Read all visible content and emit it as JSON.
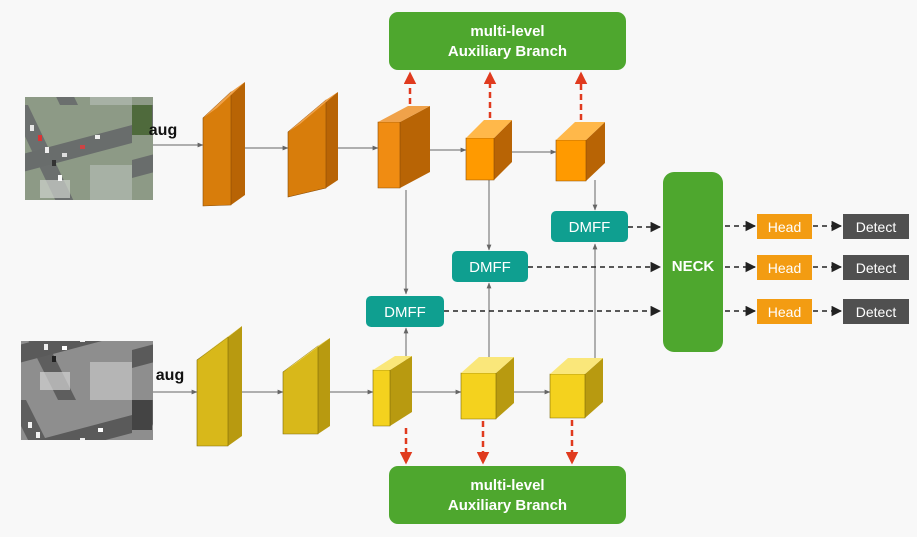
{
  "aux_branch": {
    "line1": "multi-level",
    "line2": "Auxiliary Branch"
  },
  "inputs": {
    "aug_label": "aug"
  },
  "fusion": {
    "label": "DMFF"
  },
  "neck": {
    "label": "NECK"
  },
  "heads": [
    {
      "head_label": "Head",
      "detect_label": "Detect"
    },
    {
      "head_label": "Head",
      "detect_label": "Detect"
    },
    {
      "head_label": "Head",
      "detect_label": "Detect"
    }
  ],
  "colors": {
    "green": "#4ea72e",
    "teal": "#0f9f90",
    "orange_front": "#d87d0b",
    "orange_side": "#b86405",
    "orange_top": "#f0a24a",
    "yellow_front": "#d8b81a",
    "yellow_side": "#b89a10",
    "yellow_top": "#efd860",
    "head": "#f39c12",
    "detect": "#505050",
    "aux_arrow": "#e03a1e"
  }
}
